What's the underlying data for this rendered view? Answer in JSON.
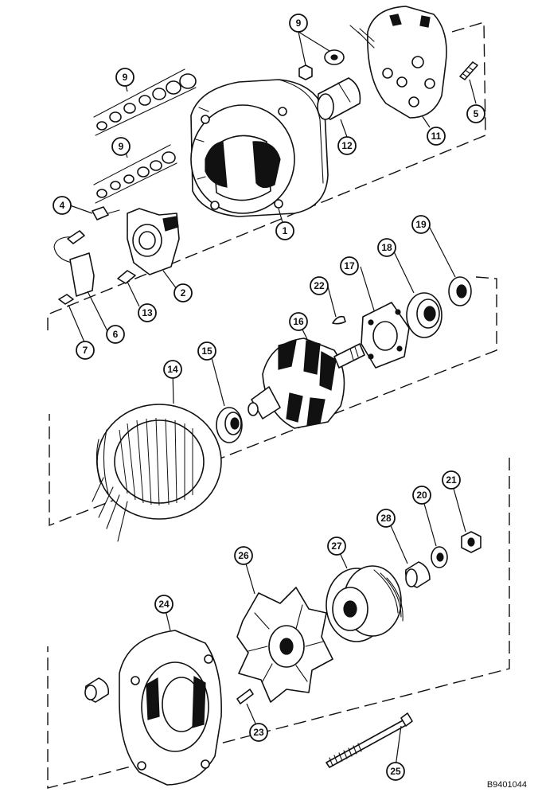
{
  "figure_code": "B9401044",
  "callouts": [
    {
      "id": "c1",
      "label": "1"
    },
    {
      "id": "c2",
      "label": "2"
    },
    {
      "id": "c4",
      "label": "4"
    },
    {
      "id": "c5",
      "label": "5"
    },
    {
      "id": "c6",
      "label": "6"
    },
    {
      "id": "c7",
      "label": "7"
    },
    {
      "id": "c9a",
      "label": "9"
    },
    {
      "id": "c9b",
      "label": "9"
    },
    {
      "id": "c9c",
      "label": "9"
    },
    {
      "id": "c11",
      "label": "11"
    },
    {
      "id": "c12",
      "label": "12"
    },
    {
      "id": "c13",
      "label": "13"
    },
    {
      "id": "c14",
      "label": "14"
    },
    {
      "id": "c15",
      "label": "15"
    },
    {
      "id": "c16",
      "label": "16"
    },
    {
      "id": "c17",
      "label": "17"
    },
    {
      "id": "c18",
      "label": "18"
    },
    {
      "id": "c19",
      "label": "19"
    },
    {
      "id": "c20",
      "label": "20"
    },
    {
      "id": "c21",
      "label": "21"
    },
    {
      "id": "c22",
      "label": "22"
    },
    {
      "id": "c23",
      "label": "23"
    },
    {
      "id": "c24",
      "label": "24"
    },
    {
      "id": "c25",
      "label": "25"
    },
    {
      "id": "c26",
      "label": "26"
    },
    {
      "id": "c27",
      "label": "27"
    },
    {
      "id": "c28",
      "label": "28"
    }
  ]
}
